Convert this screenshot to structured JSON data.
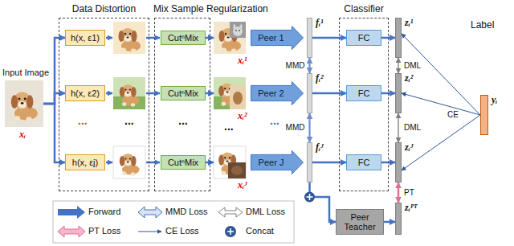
{
  "diagram": {
    "nodes": [
      {
        "text": [
          "Input Image",
          "xᵢ"
        ]
      },
      {
        "text": [
          "Data Distortion"
        ]
      },
      {
        "text": [
          "h(x, ε1)"
        ],
        "in": 1
      },
      {
        "text": [
          "h(x, ε2)"
        ],
        "in": 1
      },
      {
        "text": [
          "h(x, εj)"
        ],
        "in": 1
      },
      {
        "text": [
          "Mix Sample Regularization"
        ]
      },
      {
        "text": [
          "CutⁿMix"
        ],
        "in": 5
      },
      {
        "text": [
          "CutⁿMix"
        ],
        "in": 5
      },
      {
        "text": [
          "CutⁿMix"
        ],
        "in": 5
      },
      {
        "text": [
          "xᵢ¹"
        ]
      },
      {
        "text": [
          "xᵢ²"
        ]
      },
      {
        "text": [
          "xᵢᴶ"
        ]
      },
      {
        "text": [
          "Peer 1"
        ]
      },
      {
        "text": [
          "Peer 2"
        ]
      },
      {
        "text": [
          "Peer J"
        ]
      },
      {
        "text": [
          "fᵢ¹"
        ]
      },
      {
        "text": [
          "fᵢ²"
        ]
      },
      {
        "text": [
          "fᵢᴶ"
        ]
      },
      {
        "text": [
          "Classifier"
        ]
      },
      {
        "text": [
          "FC"
        ],
        "in": 18
      },
      {
        "text": [
          "FC"
        ],
        "in": 18
      },
      {
        "text": [
          "FC"
        ],
        "in": 18
      },
      {
        "text": [
          "zᵢ¹"
        ]
      },
      {
        "text": [
          "zᵢ²"
        ]
      },
      {
        "text": [
          "zᵢᴶ"
        ]
      },
      {
        "text": [
          "yᵢ"
        ]
      },
      {
        "text": [
          "Peer Teacher"
        ]
      },
      {
        "text": [
          "zᵢᴾᵀ"
        ]
      }
    ],
    "edges": [
      {
        "from": 0,
        "to": 2,
        "arrow": "to"
      },
      {
        "from": 0,
        "to": 3,
        "arrow": "to"
      },
      {
        "from": 0,
        "to": 4,
        "arrow": "to"
      },
      {
        "from": 6,
        "to": 9,
        "arrow": "to"
      },
      {
        "from": 7,
        "to": 10,
        "arrow": "to"
      },
      {
        "from": 8,
        "to": 11,
        "arrow": "to"
      },
      {
        "from": 15,
        "to": 16,
        "label": "MMD",
        "arrow": "both"
      },
      {
        "from": 16,
        "to": 17,
        "label": "MMD",
        "arrow": "both"
      },
      {
        "from": 15,
        "to": 19,
        "arrow": "to"
      },
      {
        "from": 16,
        "to": 20,
        "arrow": "to"
      },
      {
        "from": 17,
        "to": 21,
        "arrow": "to"
      },
      {
        "from": 19,
        "to": 22,
        "arrow": "to"
      },
      {
        "from": 20,
        "to": 23,
        "arrow": "to"
      },
      {
        "from": 21,
        "to": 24,
        "arrow": "to"
      },
      {
        "from": 22,
        "to": 23,
        "label": "DML",
        "arrow": "both"
      },
      {
        "from": 23,
        "to": 24,
        "label": "DML",
        "arrow": "both"
      },
      {
        "from": 25,
        "to": 22,
        "arrow": "to"
      },
      {
        "from": 25,
        "to": 23,
        "label": "CE",
        "arrow": "to"
      },
      {
        "from": 25,
        "to": 24,
        "arrow": "to"
      },
      {
        "from": 17,
        "to": 26,
        "arrow": "to"
      },
      {
        "from": 26,
        "to": 27,
        "arrow": "to"
      },
      {
        "from": 24,
        "to": 27,
        "label": "PT",
        "arrow": "both"
      }
    ],
    "labels": [
      "...",
      "...",
      "...",
      "...",
      "...",
      "Label"
    ],
    "legend": [
      {
        "text": "Forward"
      },
      {
        "text": "MMD Loss"
      },
      {
        "text": "DML Loss"
      },
      {
        "text": "PT Loss"
      },
      {
        "text": "CE Loss"
      },
      {
        "text": "Concat"
      }
    ]
  }
}
